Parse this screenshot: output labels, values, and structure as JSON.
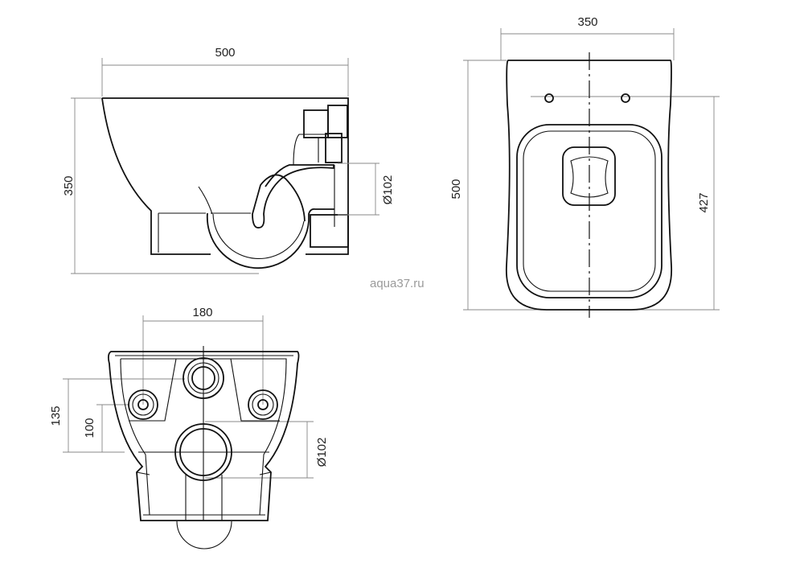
{
  "side_view": {
    "width_label": "500",
    "height_label": "350",
    "outlet_label": "Ø102"
  },
  "top_view": {
    "width_label": "350",
    "length_label": "500",
    "mount_to_front_label": "427"
  },
  "rear_view": {
    "bolt_spacing_label": "180",
    "height_135_label": "135",
    "height_100_label": "100",
    "outlet_label": "Ø102"
  },
  "watermark": "aqua37.ru"
}
